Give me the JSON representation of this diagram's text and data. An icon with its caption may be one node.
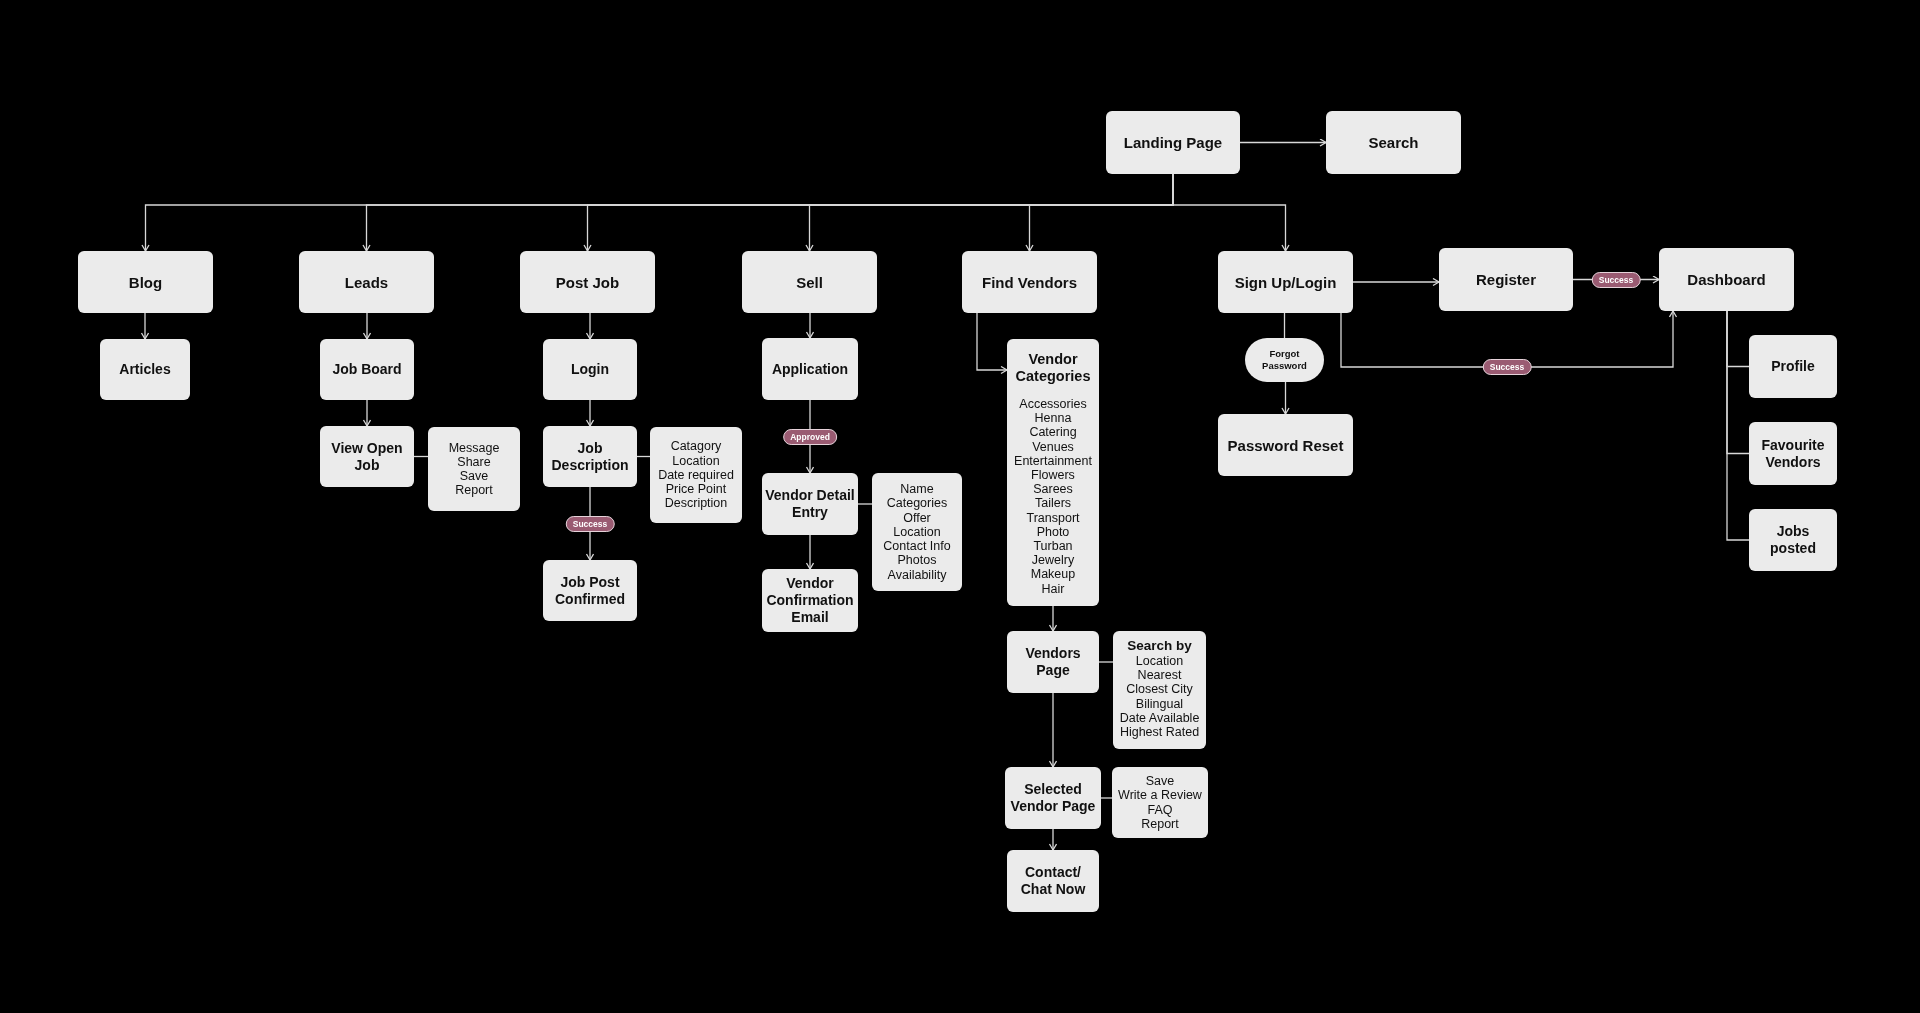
{
  "diagram": {
    "nodes": [
      {
        "text": [
          "Landing Page"
        ]
      },
      {
        "text": [
          "Search"
        ]
      },
      {
        "text": [
          "Blog"
        ]
      },
      {
        "text": [
          "Leads"
        ]
      },
      {
        "text": [
          "Post Job"
        ]
      },
      {
        "text": [
          "Sell"
        ]
      },
      {
        "text": [
          "Find Vendors"
        ]
      },
      {
        "text": [
          "Sign Up/Login"
        ]
      },
      {
        "text": [
          "Register"
        ]
      },
      {
        "text": [
          "Dashboard"
        ]
      },
      {
        "text": [
          "Articles"
        ]
      },
      {
        "text": [
          "Job Board"
        ]
      },
      {
        "text": [
          "View Open Job"
        ]
      },
      {
        "text": [
          "Message",
          "Share",
          "Save",
          "Report"
        ]
      },
      {
        "text": [
          "Login"
        ]
      },
      {
        "text": [
          "Job Description"
        ]
      },
      {
        "text": [
          "Catagory",
          "Location",
          "Date required",
          "Price Point",
          "Description"
        ]
      },
      {
        "text": [
          "Job Post Confirmed"
        ]
      },
      {
        "text": [
          "Application"
        ]
      },
      {
        "text": [
          "Vendor Detail Entry"
        ]
      },
      {
        "text": [
          "Name",
          "Categories",
          "Offer",
          "Location",
          "Contact Info",
          "Photos",
          "Availability"
        ]
      },
      {
        "text": [
          "Vendor Confirmation Email"
        ]
      },
      {
        "text": [
          "Vendor Categories",
          "Accessories",
          "Henna",
          "Catering",
          "Venues",
          "Entertainment",
          "Flowers",
          "Sarees",
          "Tailers",
          "Transport",
          "Photo",
          "Turban",
          "Jewelry",
          "Makeup",
          "Hair"
        ]
      },
      {
        "text": [
          "Vendors Page"
        ]
      },
      {
        "text": [
          "Search by",
          "Location",
          "Nearest",
          "Closest City",
          "Bilingual",
          "Date Available",
          "Highest Rated"
        ]
      },
      {
        "text": [
          "Selected Vendor Page"
        ]
      },
      {
        "text": [
          "Save",
          "Write a Review",
          "FAQ",
          "Report"
        ]
      },
      {
        "text": [
          "Contact/ Chat Now"
        ]
      },
      {
        "text": [
          "Forgot Password"
        ]
      },
      {
        "text": [
          "Password Reset"
        ]
      },
      {
        "text": [
          "Profile"
        ]
      },
      {
        "text": [
          "Favourite Vendors"
        ]
      },
      {
        "text": [
          "Jobs posted"
        ]
      }
    ],
    "edges": [
      {
        "from": 0,
        "to": 1,
        "arrow": "to"
      },
      {
        "from": 0,
        "to": 2,
        "arrow": "to"
      },
      {
        "from": 0,
        "to": 3,
        "arrow": "to"
      },
      {
        "from": 0,
        "to": 4,
        "arrow": "to"
      },
      {
        "from": 0,
        "to": 5,
        "arrow": "to"
      },
      {
        "from": 0,
        "to": 6,
        "arrow": "to"
      },
      {
        "from": 0,
        "to": 7,
        "arrow": "to"
      },
      {
        "from": 2,
        "to": 10,
        "arrow": "to"
      },
      {
        "from": 3,
        "to": 11,
        "arrow": "to"
      },
      {
        "from": 11,
        "to": 12,
        "arrow": "to"
      },
      {
        "from": 12,
        "to": 13,
        "arrow": "none"
      },
      {
        "from": 4,
        "to": 14,
        "arrow": "to"
      },
      {
        "from": 14,
        "to": 15,
        "arrow": "to"
      },
      {
        "from": 15,
        "to": 16,
        "arrow": "none"
      },
      {
        "from": 15,
        "to": 17,
        "arrow": "to",
        "label": "Success"
      },
      {
        "from": 5,
        "to": 18,
        "arrow": "to"
      },
      {
        "from": 18,
        "to": 19,
        "arrow": "to",
        "label": "Approved"
      },
      {
        "from": 19,
        "to": 20,
        "arrow": "none"
      },
      {
        "from": 19,
        "to": 21,
        "arrow": "to"
      },
      {
        "from": 6,
        "to": 22,
        "arrow": "to"
      },
      {
        "from": 22,
        "to": 23,
        "arrow": "to"
      },
      {
        "from": 23,
        "to": 24,
        "arrow": "none"
      },
      {
        "from": 23,
        "to": 25,
        "arrow": "to"
      },
      {
        "from": 25,
        "to": 26,
        "arrow": "none"
      },
      {
        "from": 25,
        "to": 27,
        "arrow": "to"
      },
      {
        "from": 7,
        "to": 8,
        "arrow": "to"
      },
      {
        "from": 8,
        "to": 9,
        "arrow": "to",
        "label": "Success"
      },
      {
        "from": 7,
        "to": 9,
        "arrow": "to",
        "label": "Success"
      },
      {
        "from": 7,
        "to": 28,
        "arrow": "none"
      },
      {
        "from": 28,
        "to": 29,
        "arrow": "to"
      },
      {
        "from": 9,
        "to": 30,
        "arrow": "none"
      },
      {
        "from": 9,
        "to": 31,
        "arrow": "none"
      },
      {
        "from": 9,
        "to": 32,
        "arrow": "none"
      }
    ]
  }
}
